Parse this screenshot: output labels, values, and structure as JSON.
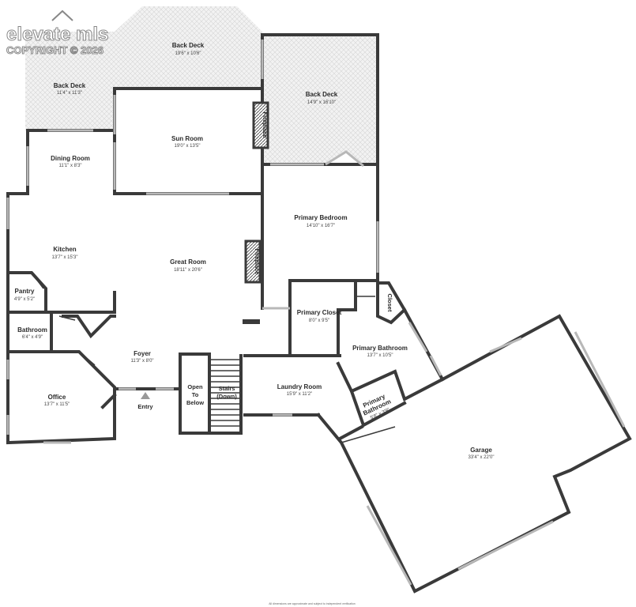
{
  "watermark": {
    "brand": "elevate mls",
    "copyright": "COPYRIGHT © 2026"
  },
  "rooms": {
    "back_deck_top": {
      "name": "Back Deck",
      "dim": "19'6\" x 10'6\""
    },
    "back_deck_left": {
      "name": "Back Deck",
      "dim": "11'4\" x 11'3\""
    },
    "back_deck_right": {
      "name": "Back Deck",
      "dim": "14'9\" x 16'10\""
    },
    "sun_room": {
      "name": "Sun Room",
      "dim": "19'0\" x 13'5\""
    },
    "dining_room": {
      "name": "Dining Room",
      "dim": "11'1\" x 8'3\""
    },
    "primary_bedroom": {
      "name": "Primary Bedroom",
      "dim": "14'10\" x 16'7\""
    },
    "kitchen": {
      "name": "Kitchen",
      "dim": "13'7\" x 15'3\""
    },
    "great_room": {
      "name": "Great Room",
      "dim": "18'11\" x 20'6\""
    },
    "pantry": {
      "name": "Pantry",
      "dim": "4'9\" x 5'2\""
    },
    "primary_closet": {
      "name": "Primary Closet",
      "dim": "8'0\" x 9'5\""
    },
    "bathroom": {
      "name": "Bathroom",
      "dim": "6'4\" x 4'9\""
    },
    "foyer": {
      "name": "Foyer",
      "dim": "11'3\" x 8'0\""
    },
    "primary_bathroom": {
      "name": "Primary Bathroom",
      "dim": "13'7\" x 10'5\""
    },
    "office": {
      "name": "Office",
      "dim": "13'7\" x 11'5\""
    },
    "laundry_room": {
      "name": "Laundry Room",
      "dim": "15'9\" x 11'2\""
    },
    "primary_bathroom_small": {
      "line1": "Primary",
      "line2": "Bathroom",
      "dim": "5'8\" x 3'9\""
    },
    "garage": {
      "name": "Garage",
      "dim": "33'4\" x 22'0\""
    }
  },
  "labels": {
    "fireplace_1": "Fireplace",
    "fireplace_2": "Fireplace",
    "closet": "Closet",
    "open_line1": "Open",
    "open_line2": "To",
    "open_line3": "Below",
    "stairs_line1": "Stairs",
    "stairs_line2": "(Down)",
    "entry": "Entry"
  },
  "disclaimer": "All dimensions are approximate and subject to independent verification"
}
